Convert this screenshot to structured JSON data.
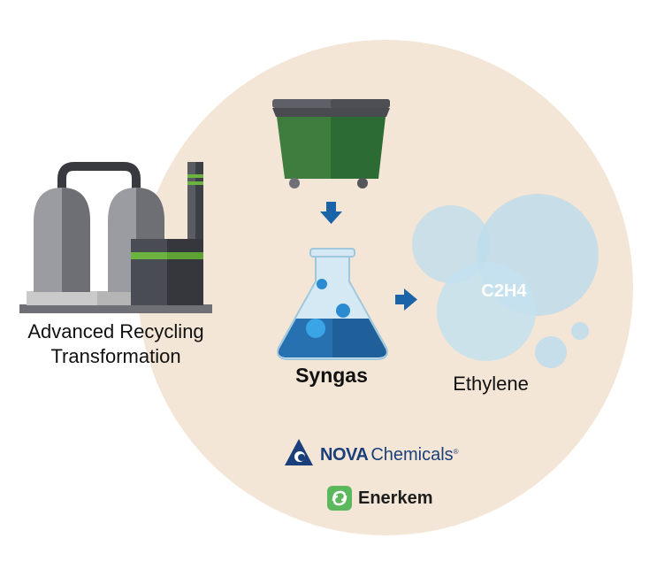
{
  "plant": {
    "label_line1": "Advanced Recycling",
    "label_line2": "Transformation"
  },
  "flask": {
    "label": "Syngas"
  },
  "ethylene": {
    "bubble_text": "C2H4",
    "label": "Ethylene"
  },
  "logos": {
    "nova_name": "NOVA",
    "nova_sub": "Chemicals",
    "nova_reg": "®",
    "enerkem_name": "Enerkem"
  },
  "colors": {
    "background_circle": "#f4e6d6",
    "bin_green": "#2e6b34",
    "liquid_blue": "#1f5f9a",
    "arrow_blue": "#1b63a8",
    "plant_gray": "#7d7f85",
    "stripe_green": "#6db33f",
    "bubble_blue": "#bcdcec",
    "nova_blue": "#1b3f7a",
    "enerkem_green": "#5cb85c"
  },
  "icons": [
    "recycling-plant-icon",
    "waste-bin-icon",
    "down-arrow-icon",
    "flask-icon",
    "right-arrow-icon",
    "bubbles-icon",
    "nova-mark-icon",
    "enerkem-mark-icon"
  ]
}
